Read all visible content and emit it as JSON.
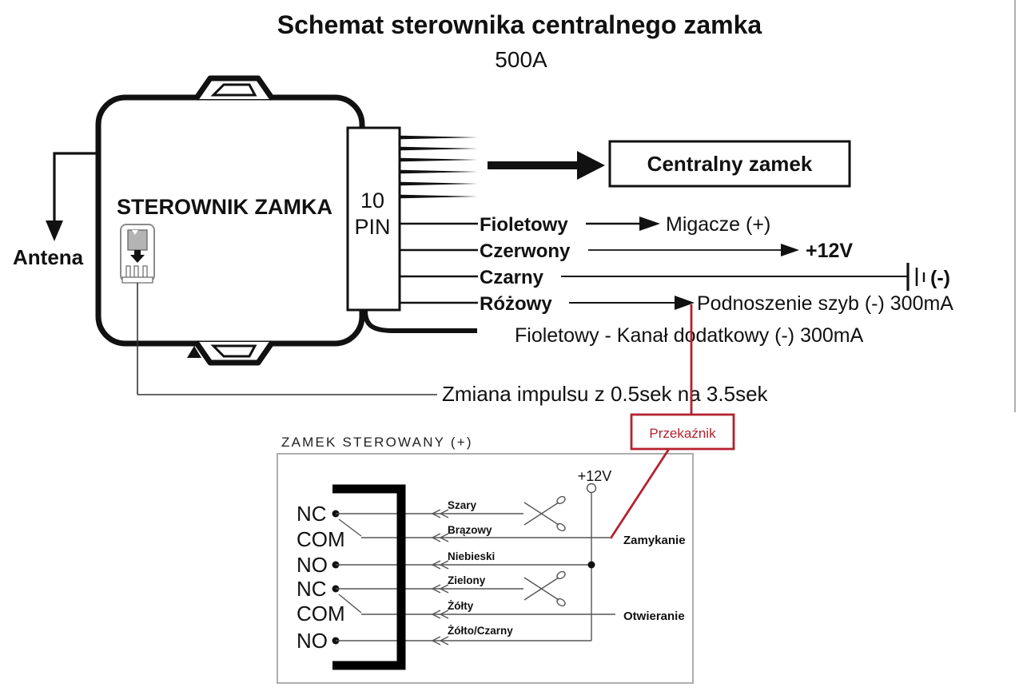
{
  "page": {
    "title": "Schemat sterownika centralnego zamka",
    "model": "500A"
  },
  "controller": {
    "label": "STEROWNIK ZAMKA",
    "antenna": "Antena",
    "pin_count": "10",
    "pin_unit": "PIN"
  },
  "connections": {
    "central_lock": "Centralny zamek",
    "rows": [
      {
        "wire": "Fioletowy",
        "target": "Migacze (+)"
      },
      {
        "wire": "Czerwony",
        "target": "+12V"
      },
      {
        "wire": "Czarny",
        "target": "(-)"
      },
      {
        "wire": "Różowy",
        "target": "Podnoszenie szyb (-) 300mA"
      }
    ],
    "extra": "Fioletowy - Kanał dodatkowy (-) 300mA",
    "jumper_note": "Zmiana impulsu z 0.5sek na 3.5sek"
  },
  "relay": {
    "label": "Przekaźnik",
    "color": "#b5212e"
  },
  "lock": {
    "title": "ZAMEK STEROWANY (+)",
    "terminals": [
      "NC",
      "COM",
      "NO",
      "NC",
      "COM",
      "NO"
    ],
    "wires": [
      "Szary",
      "Brązowy",
      "Niebieski",
      "Zielony",
      "Żółty",
      "Żółto/Czarny"
    ],
    "power": "+12V",
    "closing": "Zamykanie",
    "opening": "Otwieranie"
  }
}
